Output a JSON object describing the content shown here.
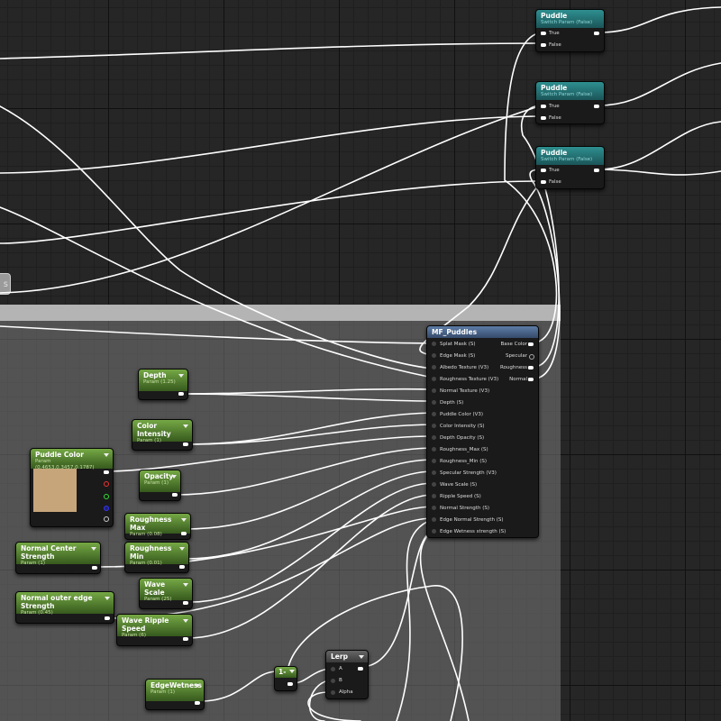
{
  "switch_nodes": [
    {
      "title": "Puddle",
      "subtitle": "Switch Param (False)",
      "in_true": "True",
      "in_false": "False"
    },
    {
      "title": "Puddle",
      "subtitle": "Switch Param (False)",
      "in_true": "True",
      "in_false": "False"
    },
    {
      "title": "Puddle",
      "subtitle": "Switch Param (False)",
      "in_true": "True",
      "in_false": "False"
    }
  ],
  "comment_stub": "s",
  "material_function": {
    "title": "MF_Puddles",
    "inputs": [
      "Splat Mask (S)",
      "Edge Mask (S)",
      "Albedo Texture (V3)",
      "Roughness Texture (V3)",
      "Normal Texture (V3)",
      "Depth (S)",
      "Puddle Color (V3)",
      "Color Intensity (S)",
      "Depth Opacity (S)",
      "Roughness_Max (S)",
      "Roughness_Min (S)",
      "Specular Strength (V3)",
      "Wave Scale (S)",
      "Ripple Speed (S)",
      "Normal Strength (S)",
      "Edge Normal Strength (S)",
      "Edge Wetness strength (S)"
    ],
    "outputs": [
      "Base Color",
      "Specular",
      "Roughness",
      "Normal"
    ]
  },
  "params": {
    "depth": {
      "title": "Depth",
      "value": "Param (1.25)"
    },
    "color_intensity": {
      "title": "Color Intensity",
      "value": "Param (1)"
    },
    "puddle_color": {
      "title": "Puddle Color",
      "value": "Param (0.4653,0.3457,0.1787)"
    },
    "opacity": {
      "title": "Opacity",
      "value": "Param (1)"
    },
    "roughness_max": {
      "title": "Roughness Max",
      "value": "Param (0.08)"
    },
    "roughness_min": {
      "title": "Roughness Min",
      "value": "Param (0.01)"
    },
    "normal_center_strength": {
      "title": "Normal Center Strength",
      "value": "Param (1)"
    },
    "wave_scale": {
      "title": "Wave Scale",
      "value": "Param (25)"
    },
    "normal_outer_edge_strength": {
      "title": "Normal outer edge Strength",
      "value": "Param (0.45)"
    },
    "wave_ripple_speed": {
      "title": "Wave Ripple Speed",
      "value": "Param (6)"
    },
    "edge_wetness": {
      "title": "EdgeWetness",
      "value": "Param (1)"
    }
  },
  "one_minus": {
    "title": "1-"
  },
  "lerp": {
    "title": "Lerp",
    "inputs": [
      "A",
      "B",
      "Alpha"
    ]
  },
  "colors": {
    "background": "#262626",
    "comment_box": "#7a7a7a",
    "switch_header": "#2e8f90",
    "param_header": "#75a845",
    "function_header": "#5e7da6",
    "wire": "#ffffff",
    "swatch": "#c6a57a"
  }
}
